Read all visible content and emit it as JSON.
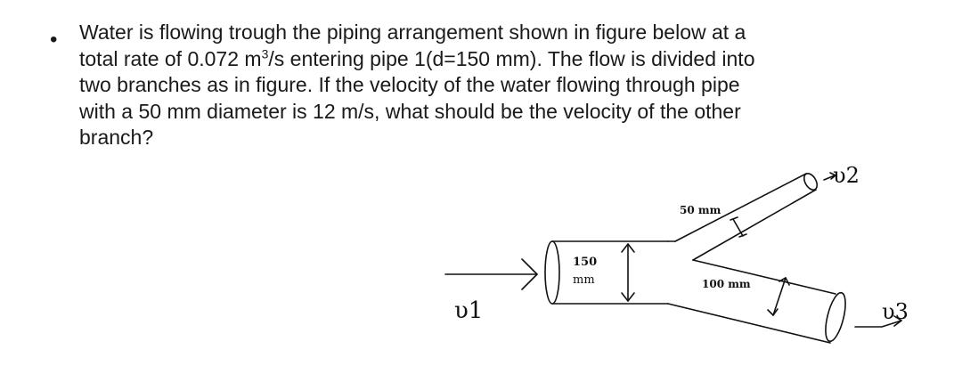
{
  "question": {
    "bullet": "•",
    "line1": "Water is flowing trough the piping arrangement shown in figure below at a",
    "line2_pre": "total rate of 0.072 m",
    "line2_sup": "3",
    "line2_post": "/s entering pipe 1(d=150 mm). The flow is divided into",
    "line3": "two branches as in figure. If the velocity of the water flowing through pipe",
    "line4": "with a 50 mm diameter is 12 m/s, what should be the velocity of the other",
    "line5": "branch?"
  },
  "figure": {
    "v1_label": "υ1",
    "v2_label": "υ2",
    "v3_label": "υ3",
    "d150_top": "150",
    "d150_bottom": "mm",
    "d50_label": "50 mm",
    "d100_label": "100 mm"
  }
}
